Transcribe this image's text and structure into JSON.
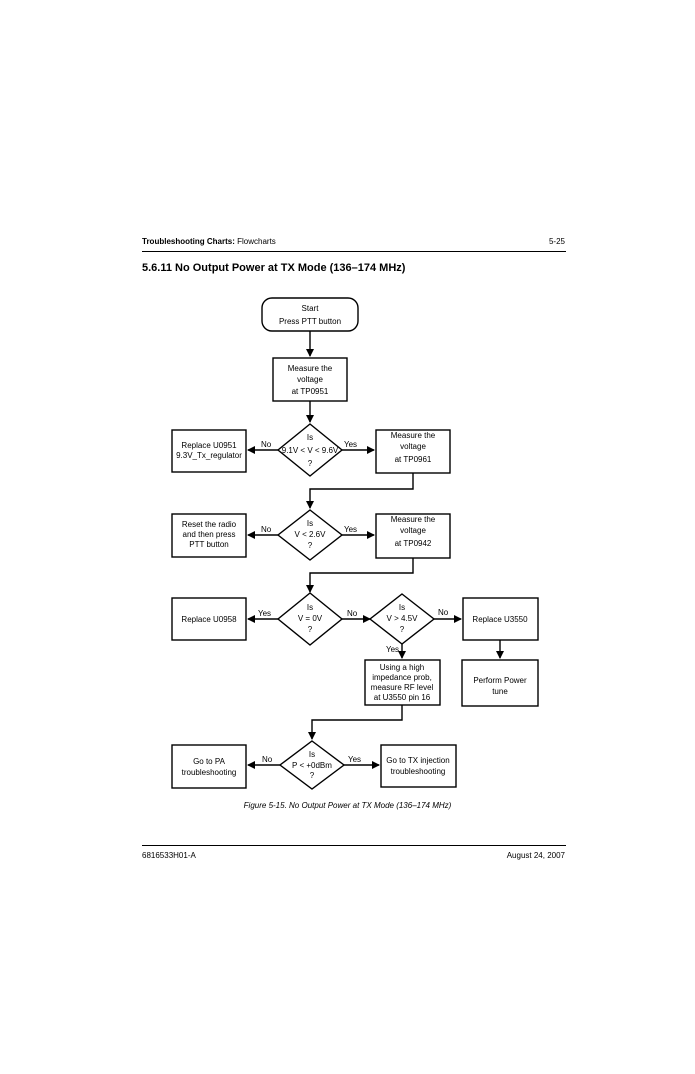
{
  "header": {
    "section_bold": "Troubleshooting Charts:",
    "section_rest": " Flowcharts",
    "page_number": "5-25"
  },
  "title": "5.6.11  No Output Power at TX Mode (136–174 MHz)",
  "flowchart": {
    "start": [
      "Start",
      "Press PTT button"
    ],
    "measure_tp0951": [
      "Measure the",
      "voltage",
      "at TP0951"
    ],
    "decision1": [
      "Is",
      "9.1V < V < 9.6V",
      "?"
    ],
    "replace_u0951": [
      "Replace U0951",
      "9.3V_Tx_regulator"
    ],
    "measure_tp0961": [
      "Measure the",
      "voltage",
      "at TP0961"
    ],
    "decision2": [
      "Is",
      "V < 2.6V",
      "?"
    ],
    "reset_radio": [
      "Reset the radio",
      "and then press",
      "PTT button"
    ],
    "measure_tp0942": [
      "Measure the",
      "voltage",
      "at TP0942"
    ],
    "decision3": [
      "Is",
      "V = 0V",
      "?"
    ],
    "replace_u0958": [
      "Replace U0958"
    ],
    "decision4": [
      "Is",
      "V > 4.5V",
      "?"
    ],
    "replace_u3550": [
      "Replace U3550"
    ],
    "perform_power_tune": [
      "Perform Power",
      "tune"
    ],
    "measure_rf": [
      "Using a high",
      "impedance prob,",
      "measure RF level",
      "at U3550 pin 16"
    ],
    "decision5": [
      "Is",
      "P < +0dBm",
      "?"
    ],
    "go_pa": [
      "Go to PA",
      "troubleshooting"
    ],
    "go_tx": [
      "Go to TX injection",
      "troubleshooting"
    ],
    "labels": {
      "yes": "Yes",
      "no": "No"
    }
  },
  "caption": "Figure 5-15.  No Output Power at TX Mode (136–174 MHz)",
  "footer": {
    "doc_number": "6816533H01-A",
    "date": "August 24, 2007"
  }
}
